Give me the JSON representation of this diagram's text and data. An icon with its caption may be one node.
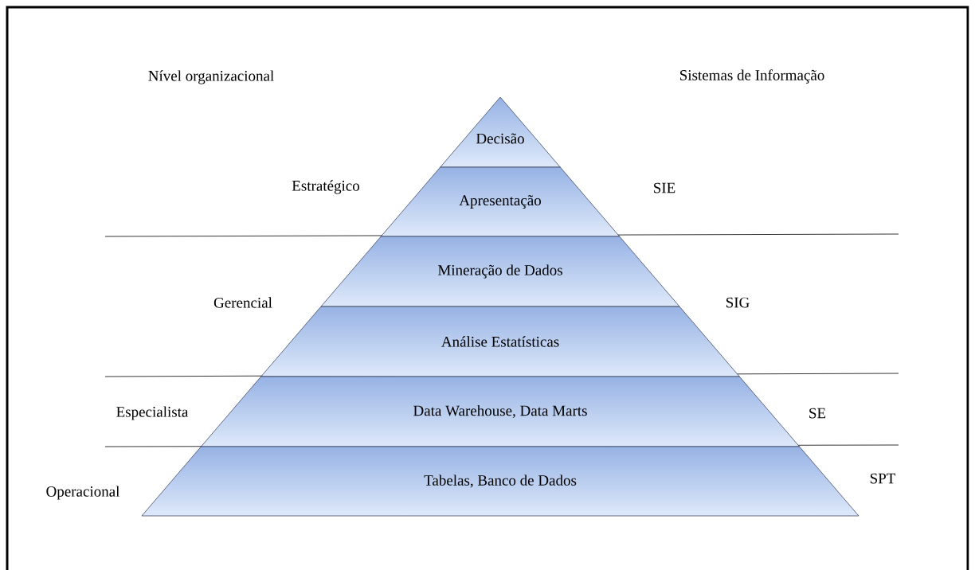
{
  "diagram": {
    "nodes": [
      {
        "text": [
          "Decisão"
        ]
      },
      {
        "text": [
          "Apresentação"
        ]
      },
      {
        "text": [
          "Mineração de Dados"
        ]
      },
      {
        "text": [
          "Análise Estatísticas"
        ]
      },
      {
        "text": [
          "Data Warehouse, Data Marts"
        ]
      },
      {
        "text": [
          "Tabelas, Banco de Dados"
        ]
      }
    ],
    "labels": [
      "Nível organizacional",
      "Sistemas de Informação",
      "Estratégico",
      "SIE",
      "Gerencial",
      "SIG",
      "Especialista",
      "SE",
      "Operacional",
      "SPT"
    ]
  }
}
